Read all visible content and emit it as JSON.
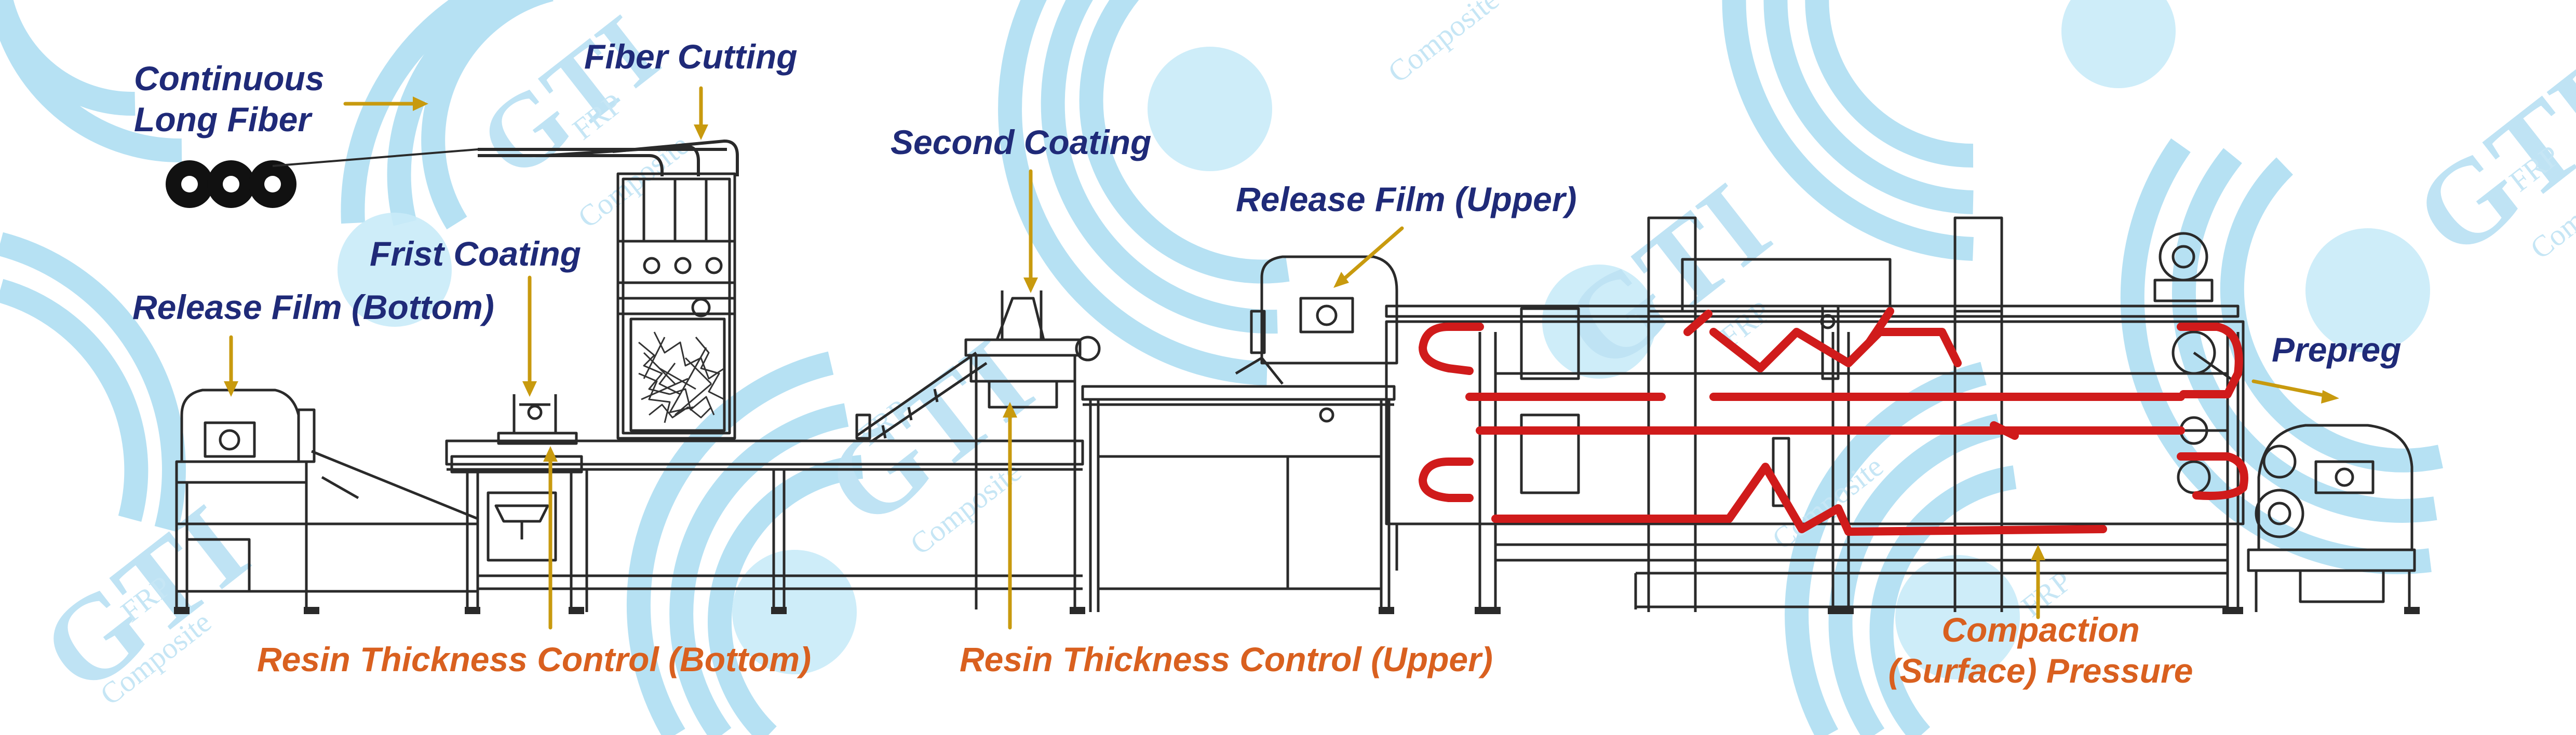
{
  "labels": {
    "continuous_long_fiber": [
      "Continuous",
      "Long Fiber"
    ],
    "fiber_cutting": "Fiber Cutting",
    "second_coating": "Second Coating",
    "release_film_upper": "Release Film (Upper)",
    "frist_coating": "Frist Coating",
    "release_film_bottom": "Release Film (Bottom)",
    "prepreg": "Prepreg",
    "resin_thickness_bottom": "Resin Thickness Control (Bottom)",
    "resin_thickness_upper": "Resin Thickness Control (Upper)",
    "compaction_pressure": [
      "Compaction",
      "(Surface) Pressure"
    ]
  },
  "watermark": {
    "brand": "GTI",
    "sub1": "FRP",
    "sub2": "Composite"
  },
  "colors": {
    "label_blue": "#1f2a78",
    "label_orange": "#d9601f",
    "pointer_yellow": "#c89a0e",
    "belt_red": "#d01b1b",
    "watermark_blue": "#9fd6ef",
    "machine_line": "#2a2a2a"
  }
}
